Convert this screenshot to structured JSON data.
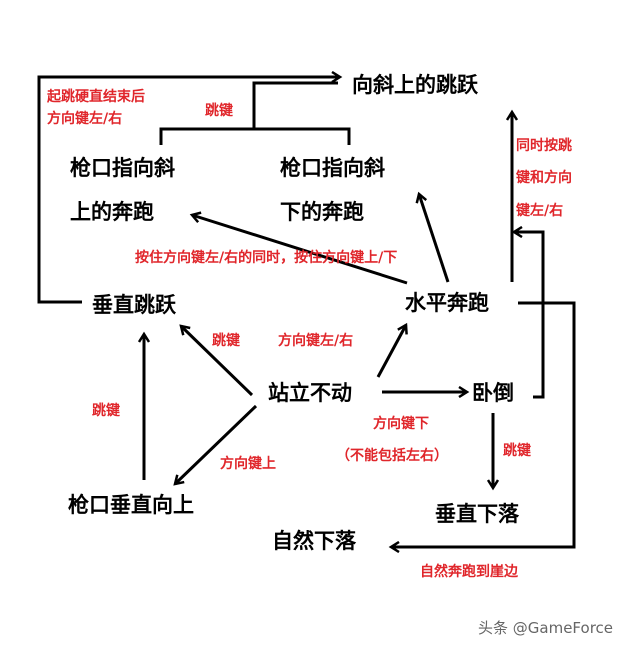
{
  "nodes": {
    "diagonal_up_jump": "向斜上的跳跃",
    "run_aim_up_1": "枪口指向斜",
    "run_aim_up_2": "上的奔跑",
    "run_aim_down_1": "枪口指向斜",
    "run_aim_down_2": "下的奔跑",
    "vertical_jump": "垂直跳跃",
    "horizontal_run": "水平奔跑",
    "standing": "站立不动",
    "prone": "卧倒",
    "aim_straight_up": "枪口垂直向上",
    "vertical_drop": "垂直下落",
    "natural_fall": "自然下落"
  },
  "labels": {
    "after_jump_1": "起跳硬直结束后",
    "after_jump_2": "方向键左/右",
    "jump_key_top": "跳键",
    "simul_1": "同时按跳",
    "simul_2": "键和方向",
    "simul_3": "键左/右",
    "hold_dir": "按住方向键左/右的同时，按住方向键上/下",
    "jump_key_mid": "跳键",
    "dir_lr": "方向键左/右",
    "jump_key_left": "跳键",
    "dir_down": "方向键下",
    "no_lr": "（不能包括左右）",
    "jump_key_right": "跳键",
    "dir_up": "方向键上",
    "run_to_edge": "自然奔跑到崖边"
  },
  "watermark": "头条 @GameForce"
}
